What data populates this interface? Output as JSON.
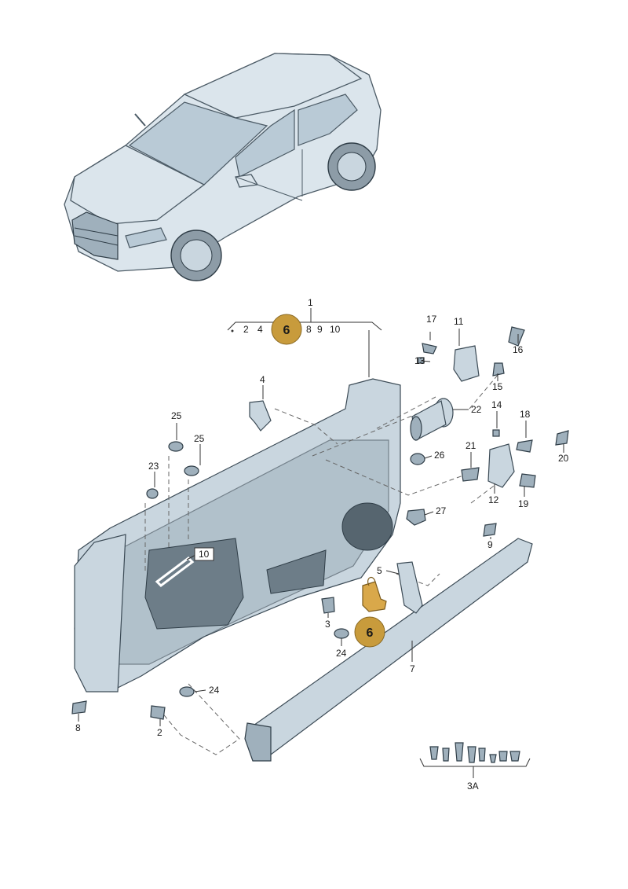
{
  "callouts": {
    "highlight_top": "6",
    "highlight_bottom": "6",
    "highlight_color": "#c89b3c"
  },
  "labels": {
    "group_1": "1",
    "group_list_a": "2",
    "group_list_b": "4",
    "group_list_c": "8",
    "group_list_d": "9",
    "group_list_e": "10",
    "n2": "2",
    "n3": "3",
    "n4": "4",
    "n5": "5",
    "n7": "7",
    "n8": "8",
    "n9": "9",
    "n10": "10",
    "n11": "11",
    "n12": "12",
    "n13": "13",
    "n14": "14",
    "n15": "15",
    "n16": "16",
    "n17": "17",
    "n18": "18",
    "n19": "19",
    "n20": "20",
    "n21": "21",
    "n22": "22",
    "n23": "23",
    "n24a": "24",
    "n24b": "24",
    "n25a": "25",
    "n25b": "25",
    "n26": "26",
    "n27": "27",
    "n3A": "3A"
  },
  "icons": {
    "car": "convertible-car-illustration",
    "door": "door-shell-illustration"
  }
}
